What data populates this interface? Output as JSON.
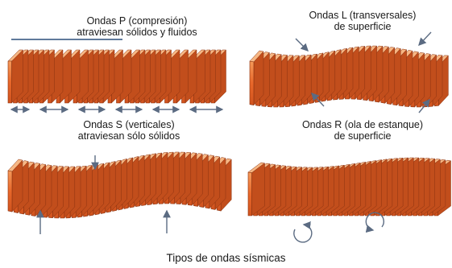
{
  "panels": {
    "p_wave": {
      "line1": "Ondas P (compresión)",
      "line2": "atraviesan sólidos y fluidos"
    },
    "l_wave": {
      "line1": "Ondas L (transversales)",
      "line2": "de superficie"
    },
    "s_wave": {
      "line1": "Ondas S (verticales)",
      "line2": "atraviesan sólo sólidos"
    },
    "r_wave": {
      "line1": "Ondas R (ola de estanque)",
      "line2": "de superficie"
    }
  },
  "caption": "Tipos de ondas sísmicas",
  "colors": {
    "slab_front": "#e8672a",
    "slab_front_light": "#f59a5a",
    "slab_side": "#c24e1c",
    "slab_top": "#f7b784",
    "slab_edge": "#8a3210",
    "arrow": "#5b6b82",
    "text": "#1a1a1a"
  }
}
